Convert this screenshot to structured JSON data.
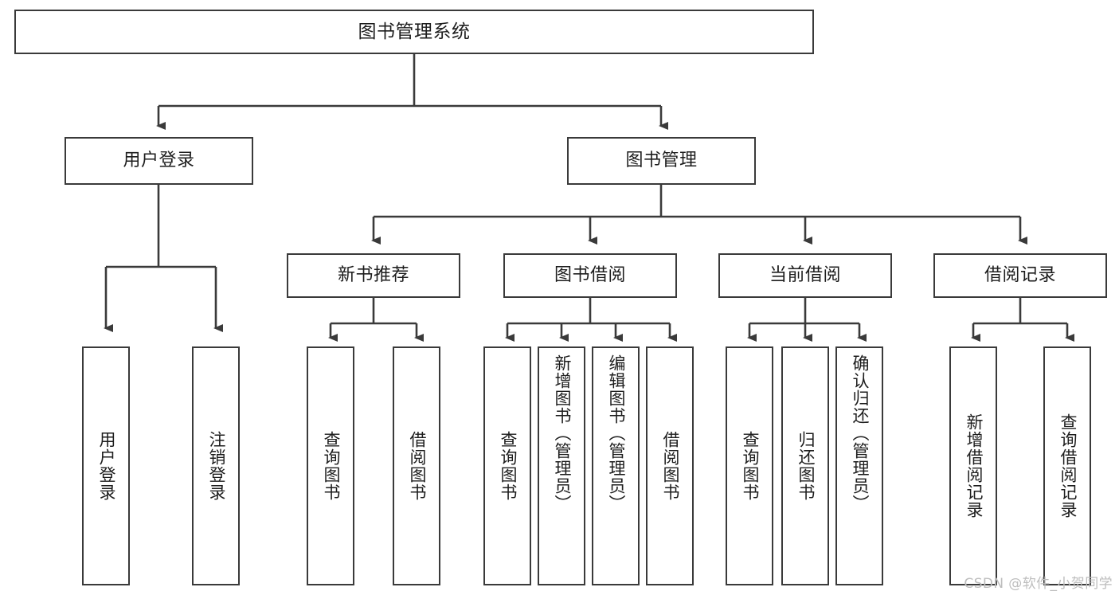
{
  "diagram": {
    "title": "图书管理系统",
    "watermark": "CSDN @软件_小贺同学",
    "colors": {
      "box_border": "#3a3a3a",
      "connector": "#3a3a3a",
      "text": "#1d1d1d",
      "background": "#ffffff",
      "watermark": "#bdbdbd"
    },
    "root": {
      "label": "图书管理系统"
    },
    "level1": [
      {
        "label": "用户登录"
      },
      {
        "label": "图书管理"
      }
    ],
    "level2": [
      {
        "label": "新书推荐"
      },
      {
        "label": "图书借阅"
      },
      {
        "label": "当前借阅"
      },
      {
        "label": "借阅记录"
      }
    ],
    "leaves": {
      "user_login": [
        {
          "label": "用户登录"
        },
        {
          "label": "注销登录"
        }
      ],
      "new_book": [
        {
          "label": "查询图书"
        },
        {
          "label": "借阅图书"
        }
      ],
      "book_borrow": [
        {
          "label": "查询图书"
        },
        {
          "label": "新增图书（管理员）"
        },
        {
          "label": "编辑图书（管理员）"
        },
        {
          "label": "借阅图书"
        }
      ],
      "current_borrow": [
        {
          "label": "查询图书"
        },
        {
          "label": "归还图书"
        },
        {
          "label": "确认归还（管理员）"
        }
      ],
      "borrow_record": [
        {
          "label": "新增借阅记录"
        },
        {
          "label": "查询借阅记录"
        }
      ]
    }
  }
}
